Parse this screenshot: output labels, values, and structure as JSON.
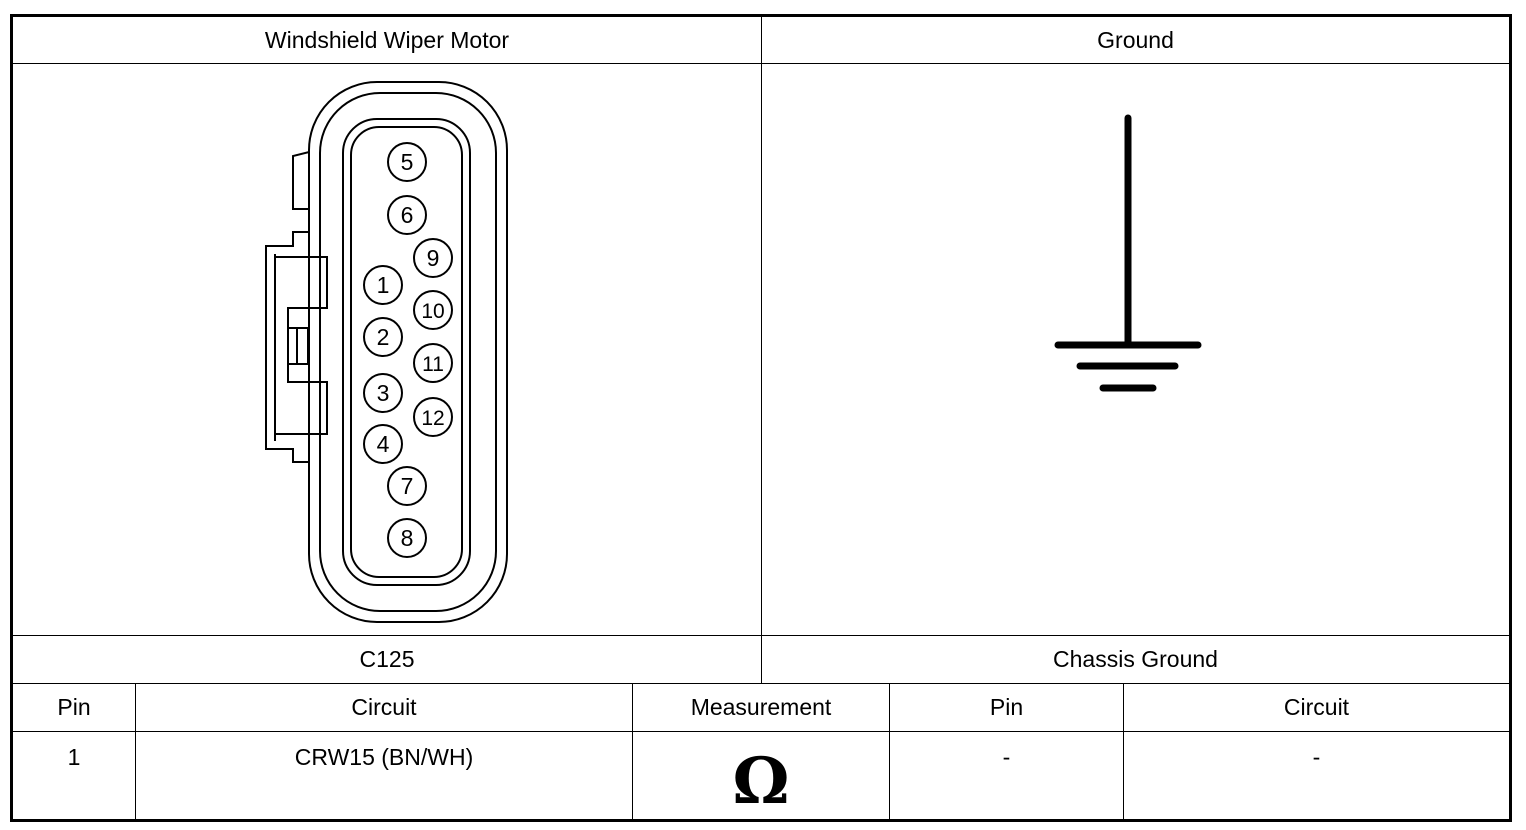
{
  "header": {
    "left_title": "Windshield Wiper Motor",
    "right_title": "Ground"
  },
  "connector": {
    "label": "C125",
    "pins_left": [
      "5",
      "6",
      "1",
      "2",
      "3",
      "4",
      "7",
      "8"
    ],
    "pins_right": [
      "9",
      "10",
      "11",
      "12"
    ]
  },
  "ground": {
    "label": "Chassis Ground"
  },
  "table": {
    "headers": [
      "Pin",
      "Circuit",
      "Measurement",
      "Pin",
      "Circuit"
    ],
    "row": {
      "pin": "1",
      "circuit": "CRW15 (BN/WH)",
      "measurement_symbol": "Ω",
      "pin2": "-",
      "circuit2": "-"
    }
  }
}
